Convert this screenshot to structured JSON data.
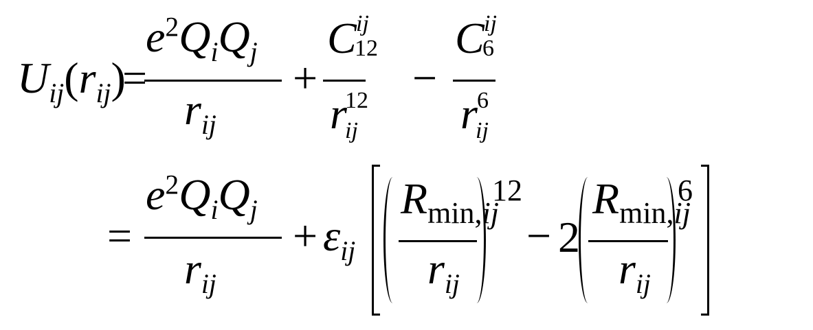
{
  "equation": {
    "description": "Pairwise potential energy: Coulomb + Lennard-Jones (12-6) terms",
    "line1": {
      "lhs": {
        "func": "U",
        "func_sub": "ij",
        "arg": "r",
        "arg_sub": "ij"
      },
      "equals": "=",
      "term1": {
        "num_e": "e",
        "num_e_sup": "2",
        "num_Q": "Q",
        "num_Qi_sub": "i",
        "num_Q2": "Q",
        "num_Qj_sub": "j",
        "den": "r",
        "den_sub": "ij"
      },
      "plus": "+",
      "term2": {
        "num": "C",
        "num_sup": "ij",
        "num_sub": "12",
        "den": "r",
        "den_sub": "ij",
        "den_sup": "12"
      },
      "minus": "−",
      "term3": {
        "num": "C",
        "num_sup": "ij",
        "num_sub": "6",
        "den": "r",
        "den_sub": "ij",
        "den_sup": "6"
      }
    },
    "line2": {
      "equals": "=",
      "term1": {
        "num_e": "e",
        "num_e_sup": "2",
        "num_Q": "Q",
        "num_Qi_sub": "i",
        "num_Q2": "Q",
        "num_Qj_sub": "j",
        "den": "r",
        "den_sub": "ij"
      },
      "plus": "+",
      "epsilon": "ε",
      "epsilon_sub": "ij",
      "lj_rep": {
        "num": "R",
        "num_sub": "min,",
        "num_sub_it": "ij",
        "den": "r",
        "den_sub": "ij",
        "power": "12"
      },
      "minus": "−",
      "coef": "2",
      "lj_att": {
        "num": "R",
        "num_sub": "min,",
        "num_sub_it": "ij",
        "den": "r",
        "den_sub": "ij",
        "power": "6"
      }
    }
  }
}
